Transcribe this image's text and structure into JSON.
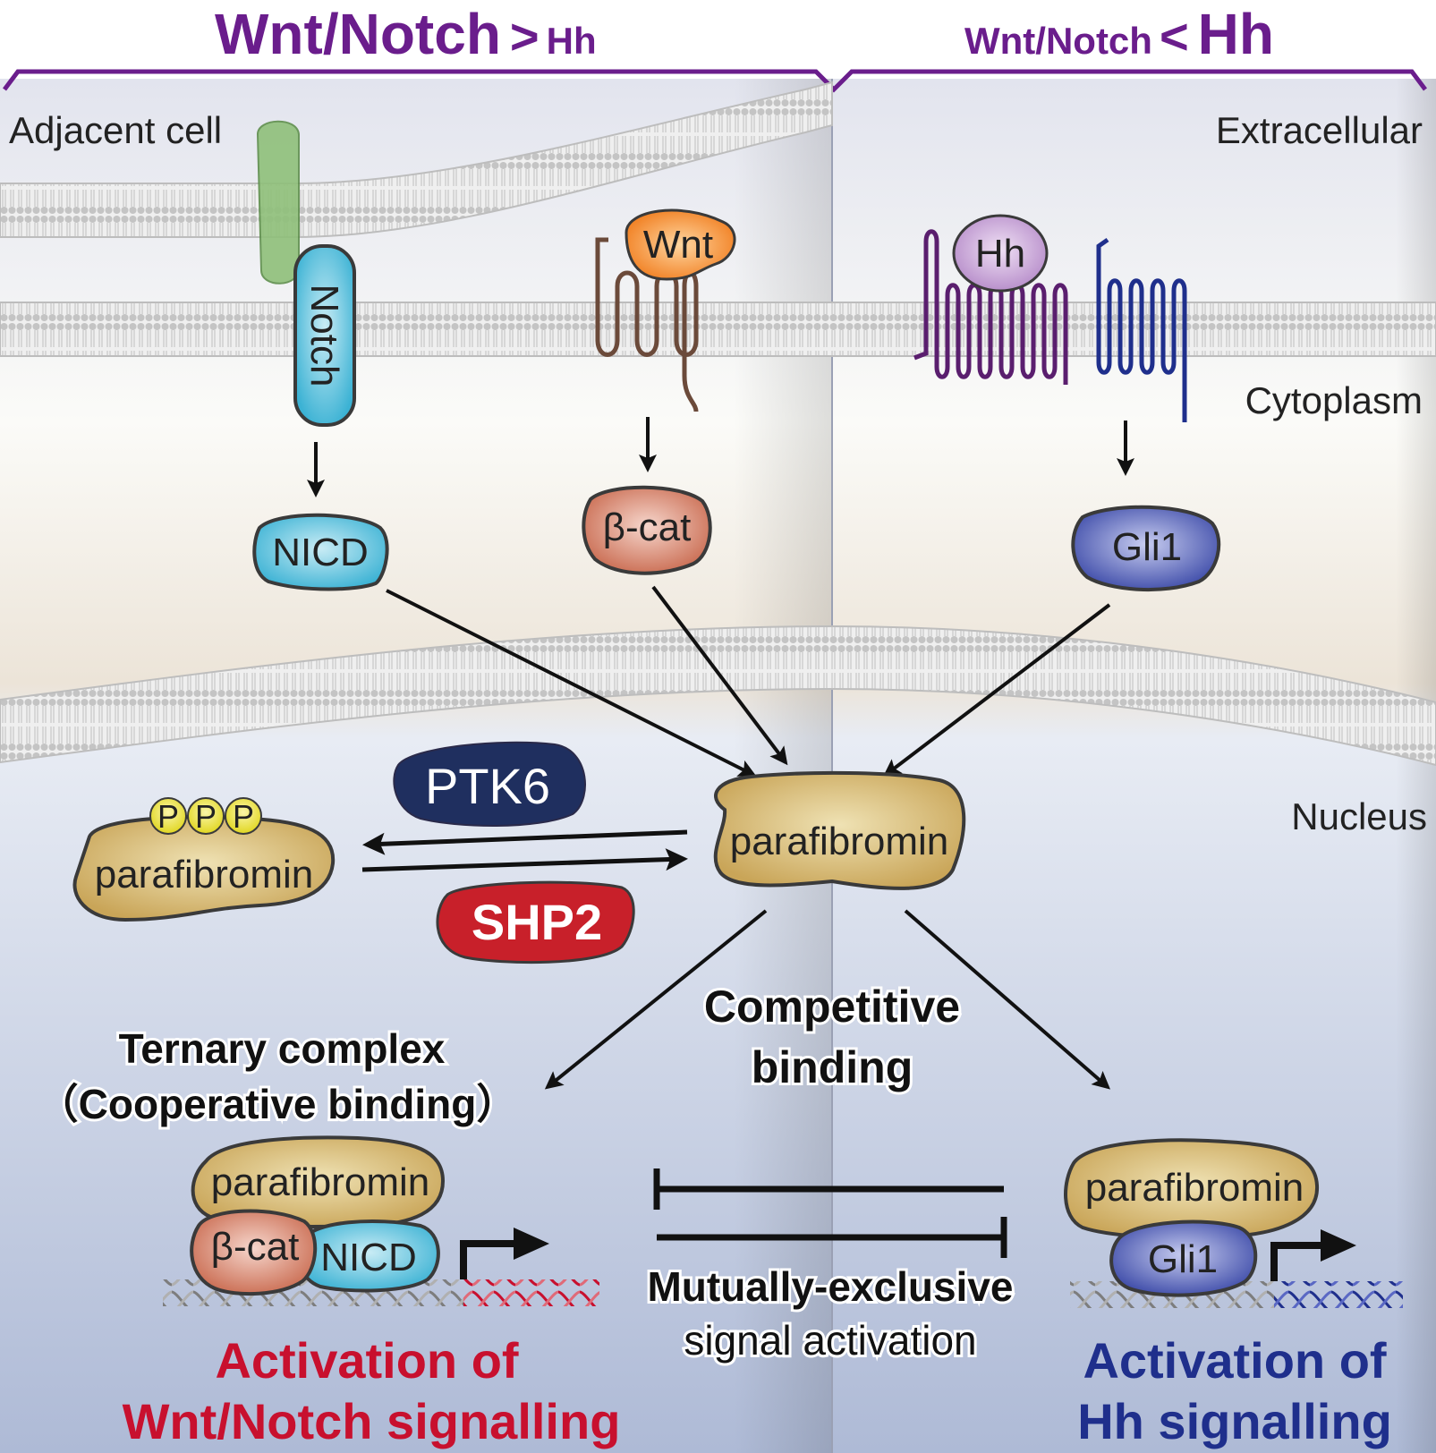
{
  "header": {
    "left_big": "Wnt/Notch",
    "left_gt": ">",
    "left_small": "Hh",
    "right_small": "Wnt/Notch",
    "right_lt": "<",
    "right_big": "Hh"
  },
  "regions": {
    "adjacent_cell": "Adjacent cell",
    "extracellular": "Extracellular",
    "cytoplasm": "Cytoplasm",
    "nucleus": "Nucleus"
  },
  "receptors": {
    "notch": "Notch",
    "wnt": "Wnt",
    "hh": "Hh"
  },
  "signals": {
    "nicd": "NICD",
    "bcat": "β-cat",
    "gli1": "Gli1"
  },
  "center": {
    "parafibromin": "parafibromin",
    "phospho_parafibromin": "parafibromin",
    "p": "P",
    "ptk6": "PTK6",
    "shp2": "SHP2"
  },
  "labels": {
    "competitive_1": "Competitive",
    "competitive_2": "binding",
    "ternary_1": "Ternary complex",
    "ternary_2": "（Cooperative binding）",
    "mutual_1": "Mutually-exclusive",
    "mutual_2": "signal activation"
  },
  "complex_left": {
    "parafibromin": "parafibromin",
    "bcat": "β-cat",
    "nicd": "NICD"
  },
  "complex_right": {
    "parafibromin": "parafibromin",
    "gli1": "Gli1"
  },
  "outcomes": {
    "left_1": "Activation of",
    "left_2": "Wnt/Notch signalling",
    "right_1": "Activation of",
    "right_2": "Hh signalling"
  },
  "colors": {
    "purple": "#6a1d8c",
    "red": "#c8102e",
    "blue": "#1f2f8c",
    "membrane": "#b8b8b8",
    "parafibromin": "#d9bf7a",
    "nicd": "#5fc3dd",
    "bcat": "#d98a74",
    "gli1": "#5562b8",
    "ptk6": "#1f2f5f",
    "shp2": "#c8202a"
  }
}
